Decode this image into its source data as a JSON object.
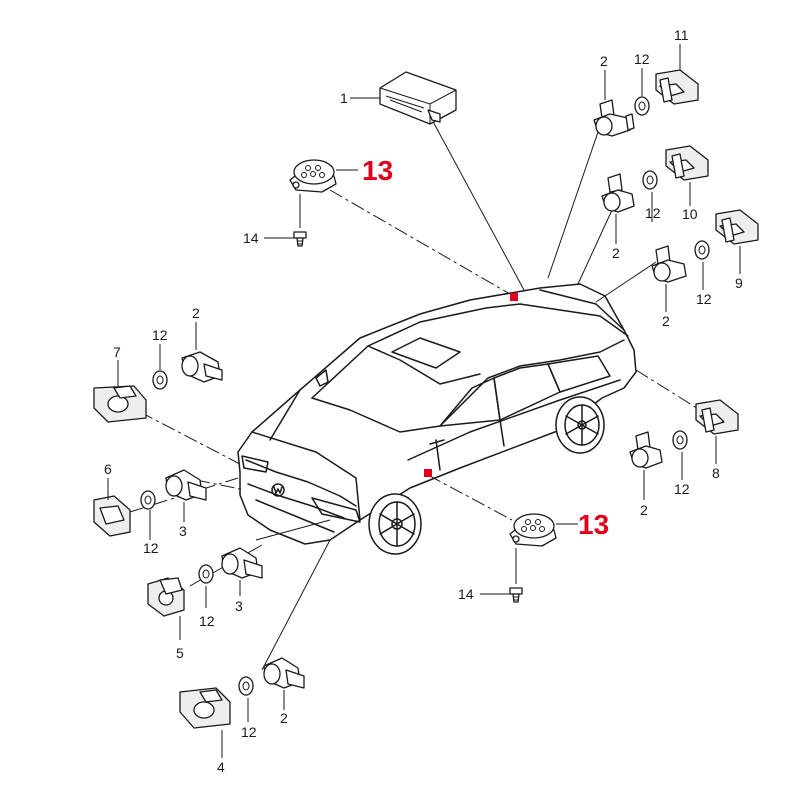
{
  "labels": {
    "p1": "1",
    "p2_top": "2",
    "p12_top": "12",
    "p11": "11",
    "p13_upper": "13",
    "p14_upper": "14",
    "p10": "10",
    "p12_mid": "12",
    "p2_mid": "2",
    "p9": "9",
    "p12_r": "12",
    "p2_r": "2",
    "p7": "7",
    "p12_l": "12",
    "p2_l": "2",
    "p6": "6",
    "p12_fl": "12",
    "p3_fl": "3",
    "p8": "8",
    "p12_rr": "12",
    "p2_rr": "2",
    "p13_lower": "13",
    "p14_lower": "14",
    "p5": "5",
    "p12_f": "12",
    "p3_f": "3",
    "p4": "4",
    "p12_b": "12",
    "p2_b": "2"
  },
  "colors": {
    "callout": "#e0001b",
    "marker": "#e0001b",
    "line": "#1a1a1a"
  }
}
